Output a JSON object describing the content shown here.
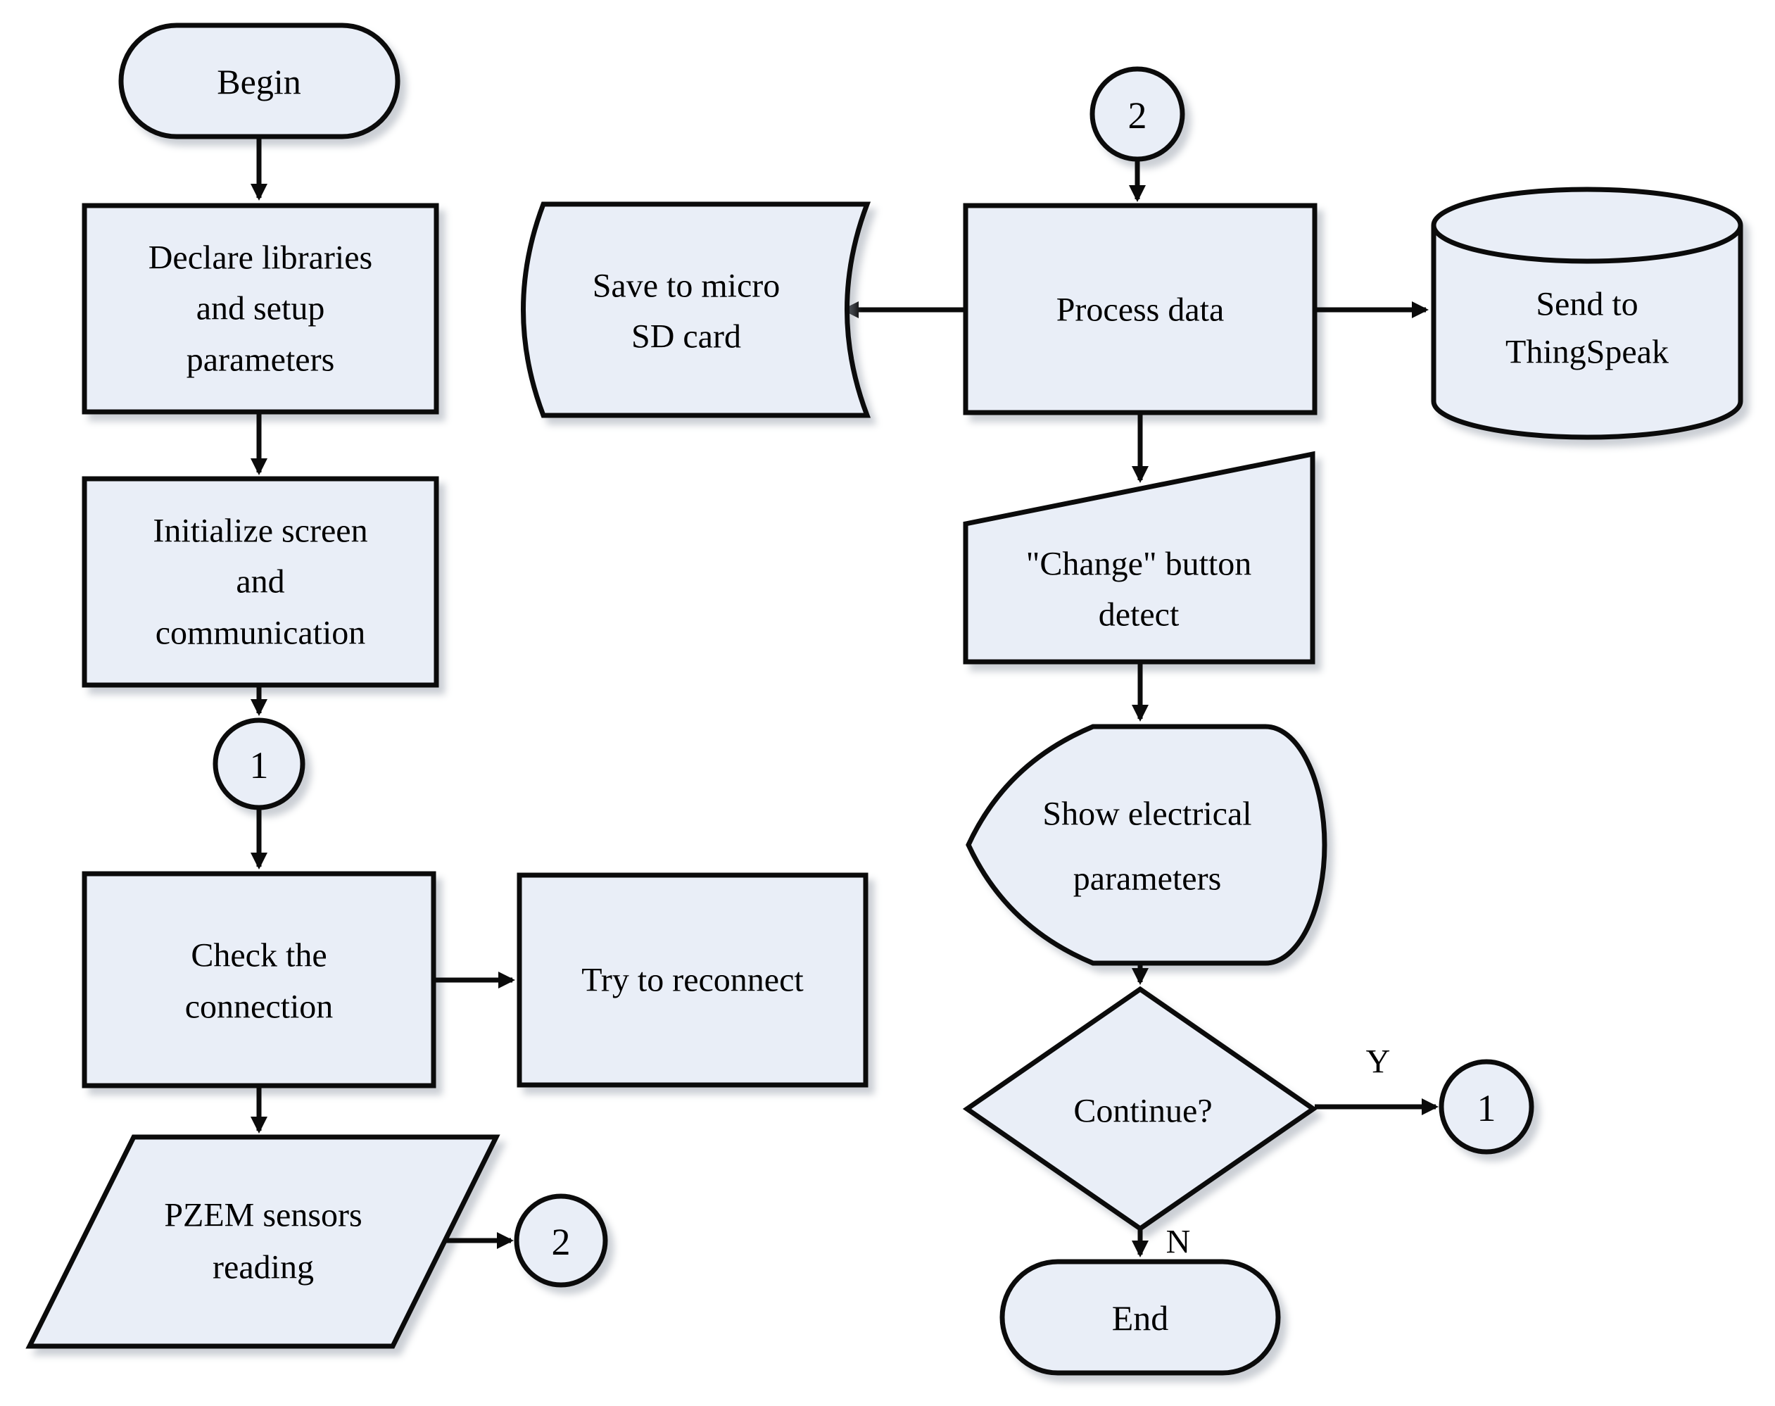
{
  "figure": {
    "type": "flowchart",
    "colors": {
      "shape_fill": "#e9eef7",
      "shape_stroke": "#0b0b0b",
      "text": "#000000",
      "background": "#ffffff"
    },
    "nodes": {
      "begin": {
        "shape": "terminator",
        "label": "Begin"
      },
      "declare": {
        "shape": "process",
        "line1": "Declare libraries",
        "line2": "and setup",
        "line3": "parameters"
      },
      "initialize": {
        "shape": "process",
        "line1": "Initialize screen",
        "line2": "and",
        "line3": "communication"
      },
      "connector_1_left": {
        "shape": "connector",
        "label": "1"
      },
      "check": {
        "shape": "process",
        "line1": "Check the",
        "line2": "connection"
      },
      "reconnect": {
        "shape": "process",
        "line1": "Try to reconnect"
      },
      "pzem": {
        "shape": "input_output",
        "line1": "PZEM sensors",
        "line2": "reading"
      },
      "connector_2_left": {
        "shape": "connector",
        "label": "2"
      },
      "connector_2_top": {
        "shape": "connector",
        "label": "2"
      },
      "process_data": {
        "shape": "process",
        "line1": "Process data"
      },
      "save_sd": {
        "shape": "stored_data",
        "line1": "Save to micro",
        "line2": "SD card"
      },
      "thingspeak": {
        "shape": "database",
        "line1": "Send to",
        "line2": "ThingSpeak"
      },
      "change_button": {
        "shape": "manual_input",
        "line1": "\"Change\" button",
        "line2": "detect"
      },
      "show_params": {
        "shape": "display",
        "line1": "Show electrical",
        "line2": "parameters"
      },
      "continue": {
        "shape": "decision",
        "label": "Continue?"
      },
      "connector_1_right": {
        "shape": "connector",
        "label": "1"
      },
      "end": {
        "shape": "terminator",
        "label": "End"
      }
    },
    "branch_labels": {
      "yes": "Y",
      "no": "N"
    }
  }
}
